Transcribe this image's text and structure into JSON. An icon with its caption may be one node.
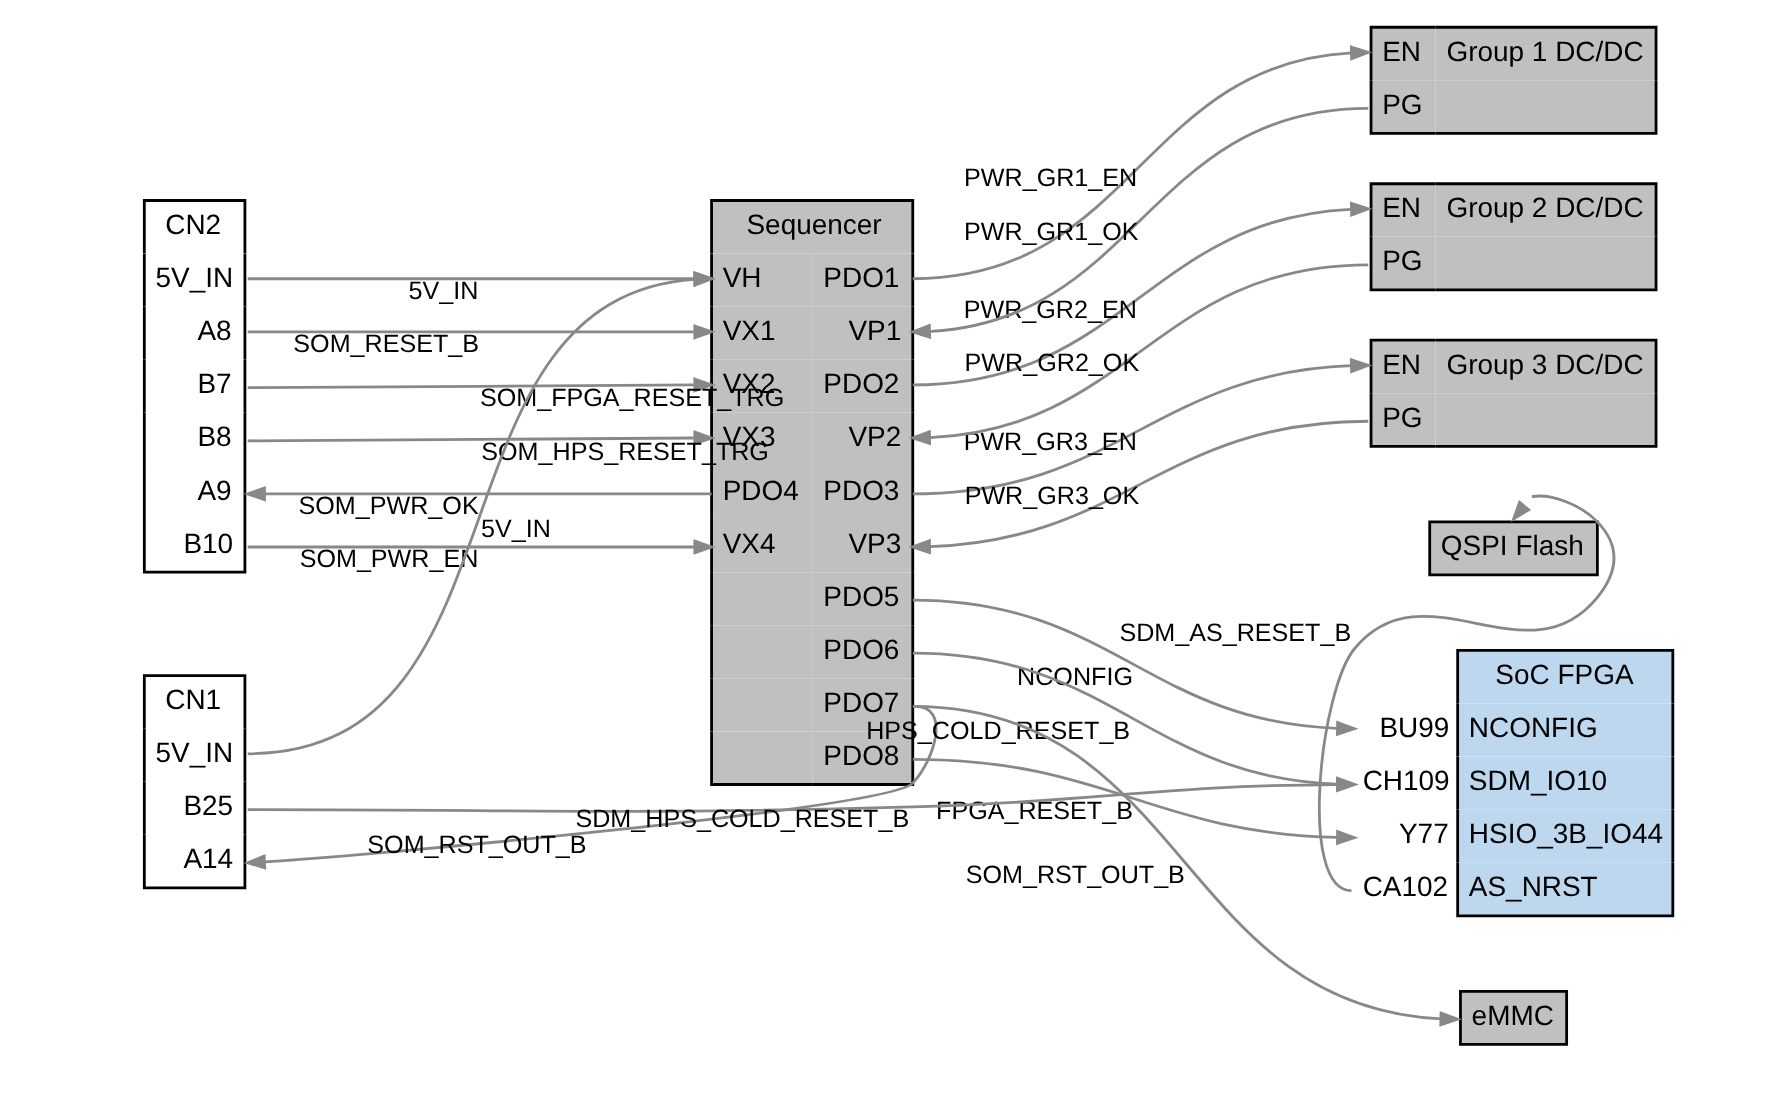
{
  "diagram": {
    "nodes": [
      {
        "text": [
          "CN2",
          "5V_IN",
          "A8",
          "B7",
          "B8",
          "A9",
          "B10"
        ]
      },
      {
        "text": [
          "Sequencer",
          "VH",
          "VX1",
          "VX2",
          "VX3",
          "PDO4",
          "VX4",
          "PDO1",
          "VP1",
          "PDO2",
          "VP2",
          "PDO3",
          "VP3",
          "PDO5",
          "PDO6",
          "PDO7",
          "PDO8"
        ]
      },
      {
        "text": [
          "EN",
          "Group 1 DC/DC",
          "PG"
        ]
      },
      {
        "text": [
          "EN",
          "Group 2 DC/DC",
          "PG"
        ]
      },
      {
        "text": [
          "EN",
          "Group 3 DC/DC",
          "PG"
        ]
      },
      {
        "text": [
          "CN1",
          "5V_IN",
          "B25",
          "A14"
        ]
      },
      {
        "text": [
          "SoC FPGA",
          "NCONFIG",
          "SDM_IO10",
          "HSIO_3B_IO44",
          "AS_NRST"
        ],
        "beside": [
          "BU99",
          "CH109",
          "Y77",
          "CA102"
        ]
      },
      {
        "text": [
          "eMMC"
        ]
      },
      {
        "text": [
          "QSPI Flash"
        ]
      }
    ],
    "edges": [
      {
        "from": 0,
        "to": 1,
        "arrow": "to",
        "label": "5V_IN"
      },
      {
        "from": 0,
        "to": 1,
        "arrow": "to",
        "label": "SOM_RESET_B"
      },
      {
        "from": 0,
        "to": 1,
        "arrow": "to",
        "label": "SOM_FPGA_RESET_TRG"
      },
      {
        "from": 0,
        "to": 1,
        "arrow": "to",
        "label": "SOM_HPS_RESET_TRG"
      },
      {
        "from": 1,
        "to": 0,
        "arrow": "to",
        "label": "SOM_PWR_OK"
      },
      {
        "from": 0,
        "to": 1,
        "arrow": "to",
        "label": "SOM_PWR_EN"
      },
      {
        "from": 1,
        "to": 2,
        "arrow": "to",
        "label": "PWR_GR1_EN"
      },
      {
        "from": 2,
        "to": 1,
        "arrow": "to",
        "label": "PWR_GR1_OK"
      },
      {
        "from": 1,
        "to": 3,
        "arrow": "to",
        "label": "PWR_GR2_EN"
      },
      {
        "from": 3,
        "to": 1,
        "arrow": "to",
        "label": "PWR_GR2_OK"
      },
      {
        "from": 1,
        "to": 4,
        "arrow": "to",
        "label": "PWR_GR3_EN"
      },
      {
        "from": 4,
        "to": 1,
        "arrow": "to",
        "label": "PWR_GR3_OK"
      },
      {
        "from": 1,
        "to": 6,
        "arrow": "to",
        "label": "NCONFIG"
      },
      {
        "from": 1,
        "to": 6,
        "arrow": "to",
        "label": "HPS_COLD_RESET_B"
      },
      {
        "from": 1,
        "to": 7,
        "arrow": "to",
        "label": "SOM_RST_OUT_B"
      },
      {
        "from": 1,
        "to": 6,
        "arrow": "to",
        "label": "FPGA_RESET_B"
      },
      {
        "from": 5,
        "to": 1,
        "arrow": "to",
        "label": "5V_IN"
      },
      {
        "from": 5,
        "to": 6,
        "arrow": "to",
        "label": "SDM_HPS_COLD_RESET_B"
      },
      {
        "from": 1,
        "to": 5,
        "arrow": "to",
        "label": "SOM_RST_OUT_B"
      },
      {
        "from": 6,
        "to": 8,
        "arrow": "to",
        "label": "SDM_AS_RESET_B"
      }
    ]
  }
}
